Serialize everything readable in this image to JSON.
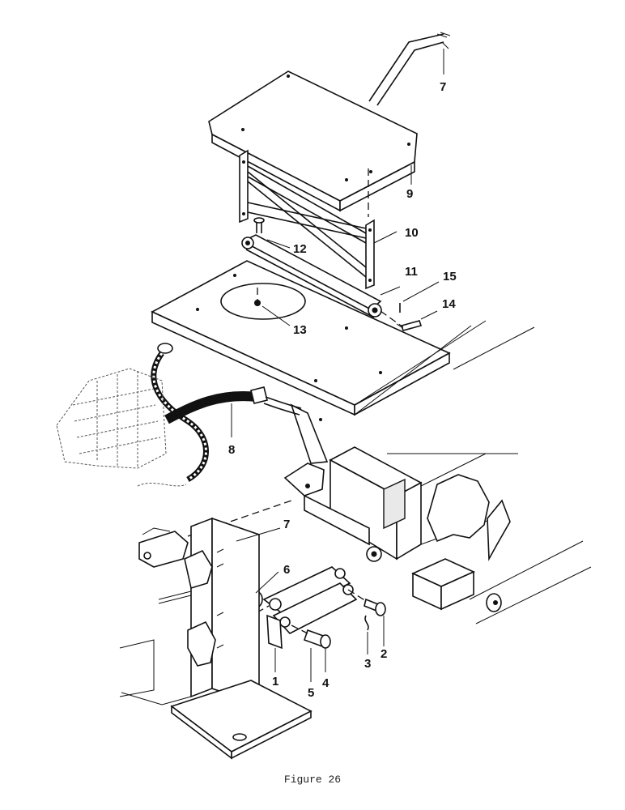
{
  "figure": {
    "caption": "Figure 26"
  },
  "callouts": [
    {
      "id": "c7top",
      "text": "7"
    },
    {
      "id": "c9",
      "text": "9"
    },
    {
      "id": "c10",
      "text": "10"
    },
    {
      "id": "c12",
      "text": "12"
    },
    {
      "id": "c11",
      "text": "11"
    },
    {
      "id": "c15",
      "text": "15"
    },
    {
      "id": "c14",
      "text": "14"
    },
    {
      "id": "c13",
      "text": "13"
    },
    {
      "id": "c8",
      "text": "8"
    },
    {
      "id": "c7low",
      "text": "7"
    },
    {
      "id": "c6",
      "text": "6"
    },
    {
      "id": "c3",
      "text": "3"
    },
    {
      "id": "c2",
      "text": "2"
    },
    {
      "id": "c1",
      "text": "1"
    },
    {
      "id": "c5",
      "text": "5"
    },
    {
      "id": "c4",
      "text": "4"
    }
  ]
}
